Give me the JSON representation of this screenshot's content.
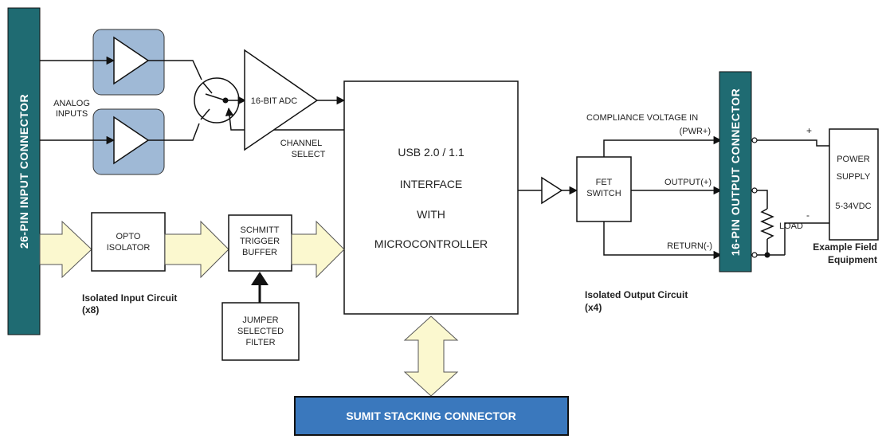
{
  "colors": {
    "connector_fill": "#1f6b72",
    "sumit_fill": "#3a78bd",
    "amp_box_fill": "#9fb9d6",
    "arrow_fill": "#fbf8cf",
    "line": "#111111"
  },
  "input_connector": {
    "label": "26-PIN INPUT CONNECTOR"
  },
  "output_connector": {
    "label": "16-PIN OUTPUT CONNECTOR"
  },
  "analog": {
    "inputs_line1": "ANALOG",
    "inputs_line2": "INPUTS"
  },
  "adc": {
    "label": "16-BIT ADC"
  },
  "channel_select": {
    "line1": "CHANNEL",
    "line2": "SELECT"
  },
  "mcu": {
    "line1": "USB 2.0 / 1.1",
    "line2": "INTERFACE",
    "line3": "WITH",
    "line4": "MICROCONTROLLER"
  },
  "opto": {
    "line1": "OPTO",
    "line2": "ISOLATOR"
  },
  "schmitt": {
    "line1": "SCHMITT",
    "line2": "TRIGGER",
    "line3": "BUFFER"
  },
  "jumper": {
    "line1": "JUMPER",
    "line2": "SELECTED",
    "line3": "FILTER"
  },
  "input_circuit": {
    "line1": "Isolated Input Circuit",
    "line2": "(x8)"
  },
  "fet": {
    "line1": "FET",
    "line2": "SWITCH"
  },
  "output_labels": {
    "compliance": "COMPLIANCE VOLTAGE IN",
    "pwr": "(PWR+)",
    "output": "OUTPUT(+)",
    "return": "RETURN(-)",
    "load": "LOAD"
  },
  "output_circuit": {
    "line1": "Isolated Output Circuit",
    "line2": "(x4)"
  },
  "power_supply": {
    "line1": "POWER",
    "line2": "SUPPLY",
    "line3": "5-34VDC",
    "plus": "+",
    "minus": "-"
  },
  "field": {
    "line1": "Example Field",
    "line2": "Equipment"
  },
  "sumit": {
    "label": "SUMIT STACKING CONNECTOR"
  }
}
